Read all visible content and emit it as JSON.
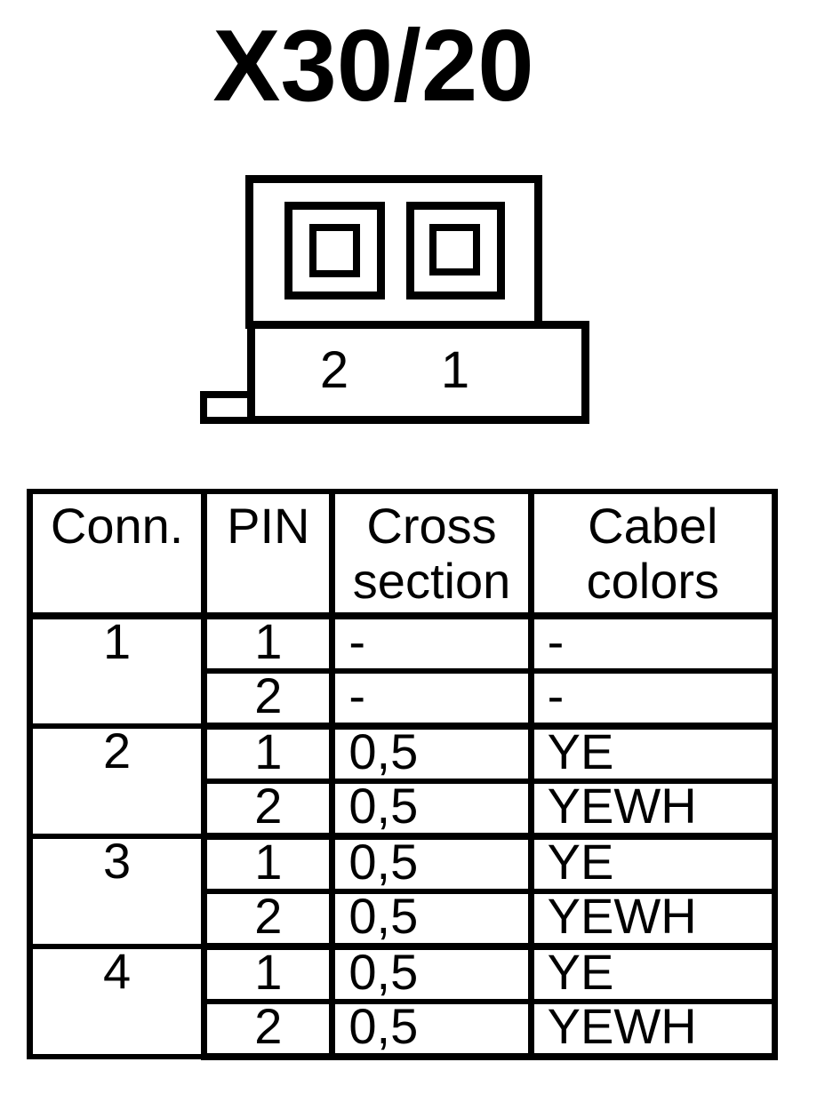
{
  "page": {
    "background_color": "#ffffff",
    "ink_color": "#000000"
  },
  "title": "X30/20",
  "connector": {
    "description": "front-view of 2-cavity connector",
    "pin_labels": [
      "2",
      "1"
    ]
  },
  "table": {
    "headers": [
      {
        "line1": "Conn.",
        "line2": ""
      },
      {
        "line1": "PIN",
        "line2": ""
      },
      {
        "line1": "Cross",
        "line2": "section"
      },
      {
        "line1": "Cabel",
        "line2": "colors"
      }
    ],
    "groups": [
      {
        "conn": "1",
        "pins": [
          {
            "pin": "1",
            "cross_section": "-",
            "cable_color": "-"
          },
          {
            "pin": "2",
            "cross_section": "-",
            "cable_color": "-"
          }
        ]
      },
      {
        "conn": "2",
        "pins": [
          {
            "pin": "1",
            "cross_section": "0,5",
            "cable_color": "YE"
          },
          {
            "pin": "2",
            "cross_section": "0,5",
            "cable_color": "YEWH"
          }
        ]
      },
      {
        "conn": "3",
        "pins": [
          {
            "pin": "1",
            "cross_section": "0,5",
            "cable_color": "YE"
          },
          {
            "pin": "2",
            "cross_section": "0,5",
            "cable_color": "YEWH"
          }
        ]
      },
      {
        "conn": "4",
        "pins": [
          {
            "pin": "1",
            "cross_section": "0,5",
            "cable_color": "YE"
          },
          {
            "pin": "2",
            "cross_section": "0,5",
            "cable_color": "YEWH"
          }
        ]
      }
    ]
  }
}
